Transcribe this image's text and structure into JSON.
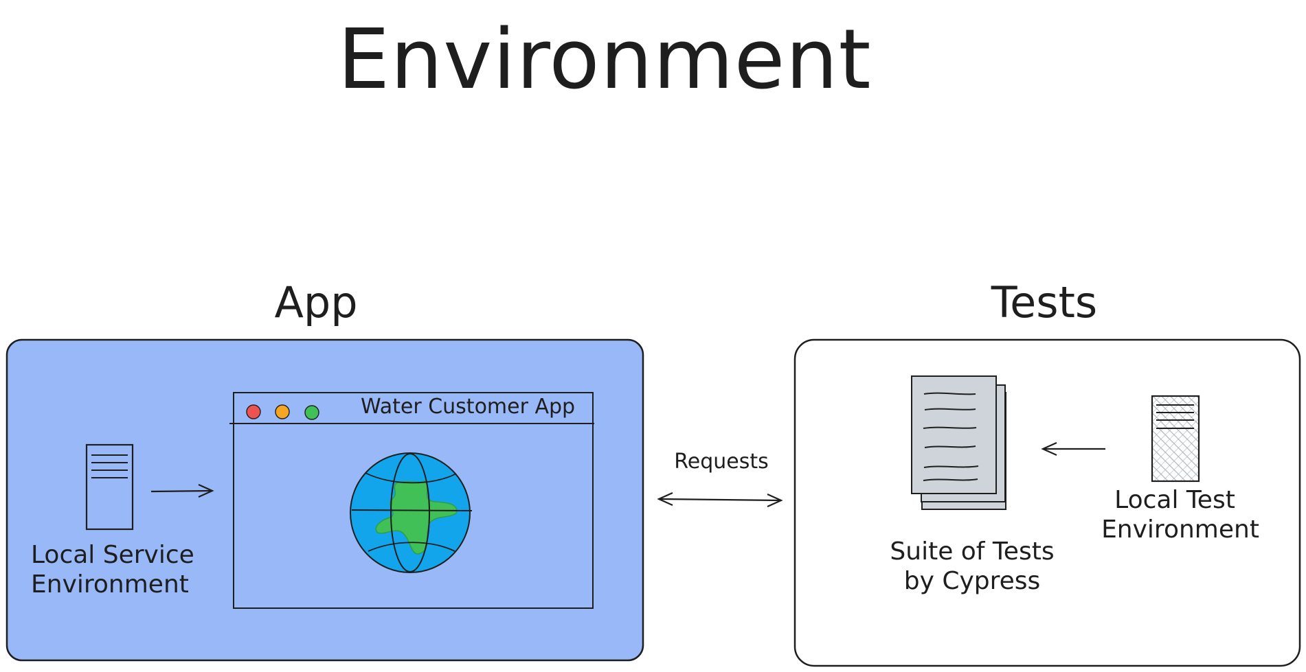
{
  "title": "Environment",
  "app_section": {
    "heading": "App",
    "panel_color": "#99b8f7",
    "server_label_line1": "Local Service",
    "server_label_line2": "Environment",
    "browser_title": "Water Customer App",
    "window_dots": [
      "#ef5350",
      "#f5a623",
      "#40c057"
    ]
  },
  "connection": {
    "label": "Requests"
  },
  "tests_section": {
    "heading": "Tests",
    "suite_label_line1": "Suite of Tests",
    "suite_label_line2": "by Cypress",
    "server_label_line1": "Local Test",
    "server_label_line2": "Environment"
  },
  "colors": {
    "ink": "#1e1e1e",
    "globe_ocean": "#12a5ec",
    "globe_land": "#40c057",
    "document_fill": "#ced4da"
  }
}
